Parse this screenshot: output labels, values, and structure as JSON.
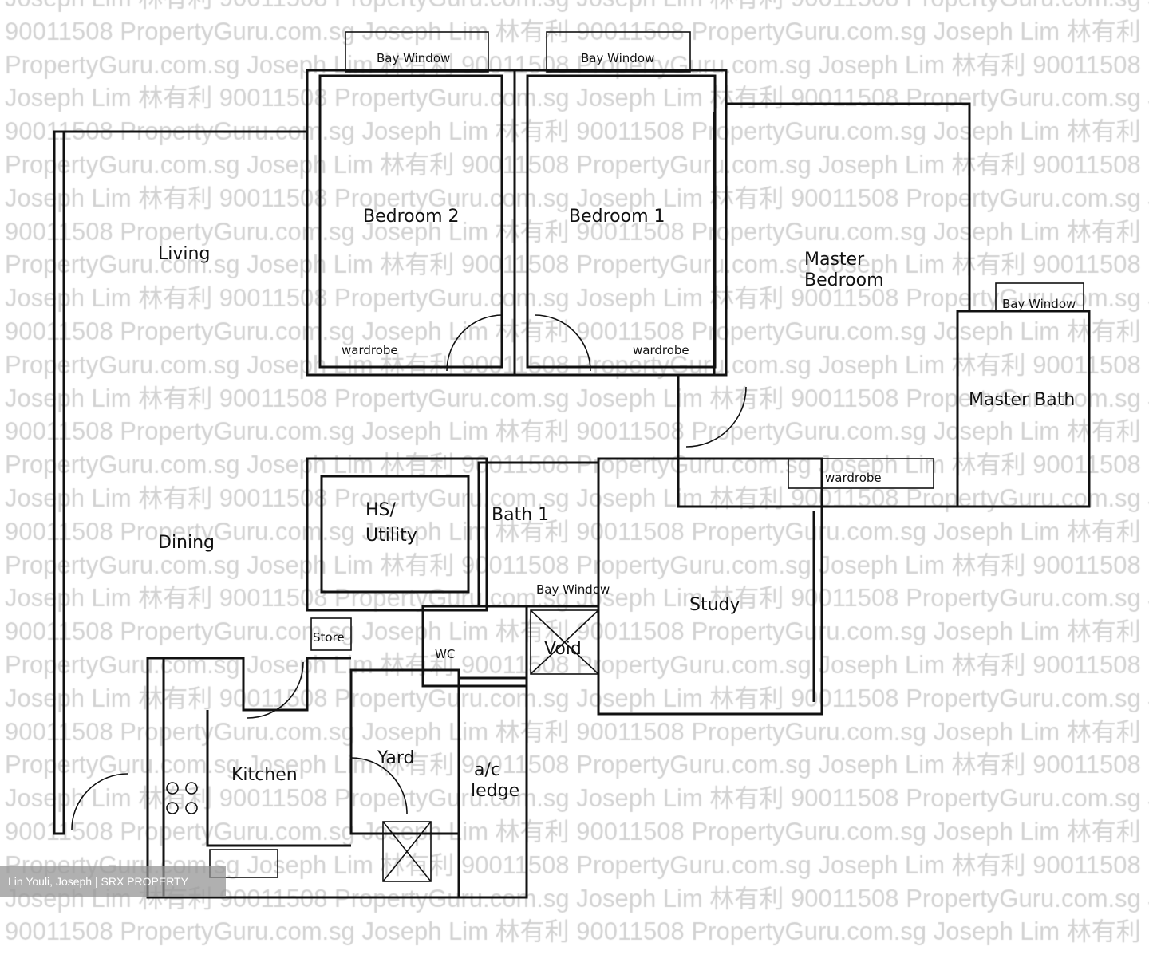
{
  "watermark": {
    "phrases": [
      "Joseph Lim 林有利 ",
      "90011508 ",
      "PropertyGuru.com.sg "
    ],
    "row_count": 29
  },
  "rooms": {
    "living": "Living",
    "dining": "Dining",
    "bedroom2": "Bedroom 2",
    "bedroom1": "Bedroom 1",
    "master_bedroom_1": "Master",
    "master_bedroom_2": "Bedroom",
    "master_bath": "Master Bath",
    "hs_utility_1": "HS/",
    "hs_utility_2": "Utility",
    "bath1": "Bath 1",
    "study": "Study",
    "store": "Store",
    "wc": "WC",
    "void": "Void",
    "kitchen": "Kitchen",
    "yard": "Yard",
    "ac_ledge_1": "a/c",
    "ac_ledge_2": "ledge",
    "bay_window": "Bay Window",
    "wardrobe": "wardrobe"
  },
  "caption": "Lin Youli, Joseph | SRX PROPERTY"
}
